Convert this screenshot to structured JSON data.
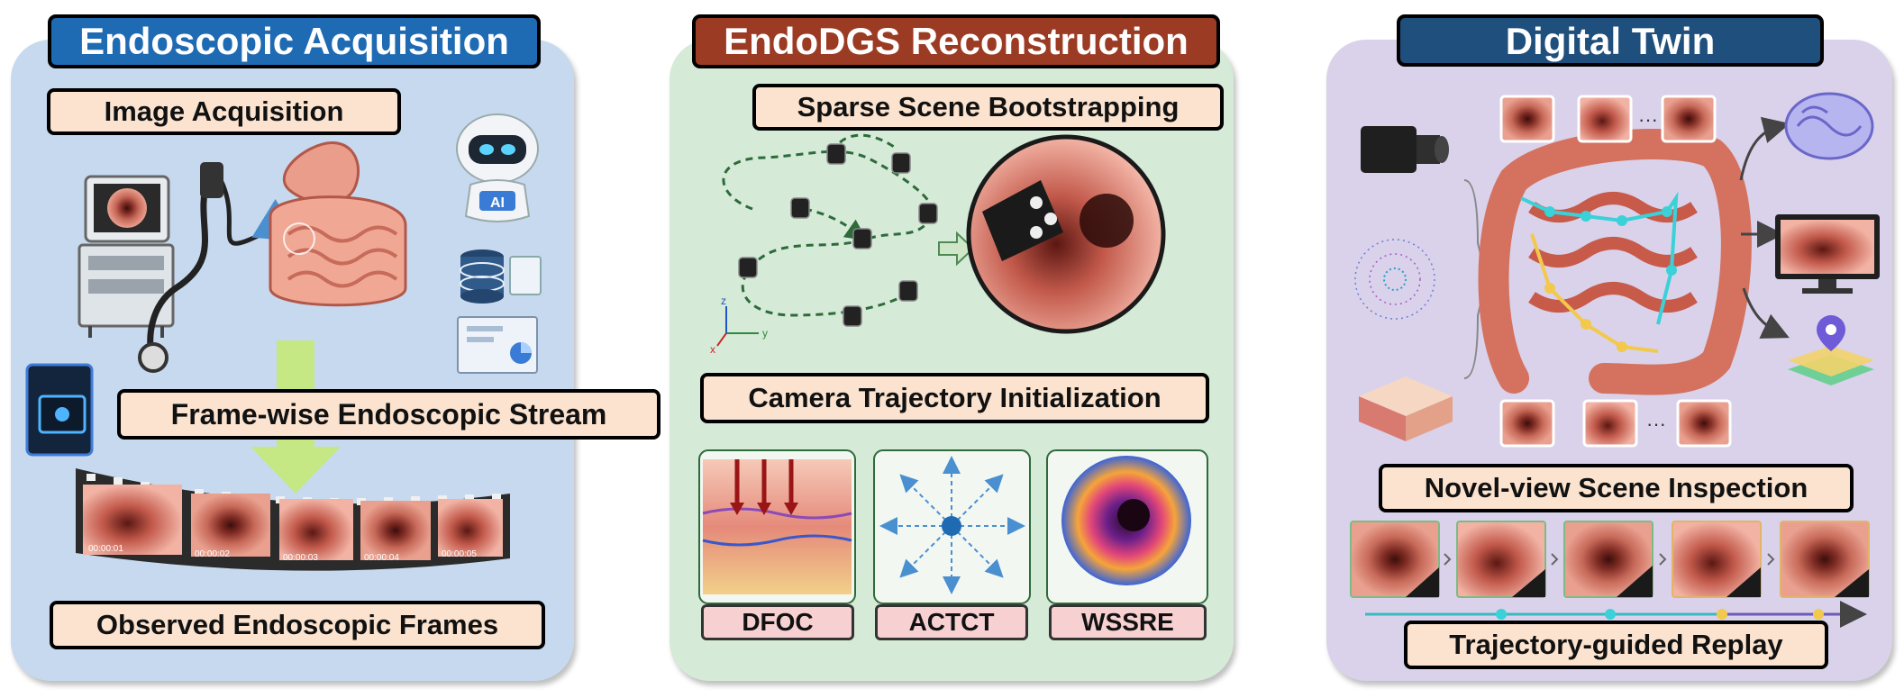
{
  "panels": {
    "acquisition": {
      "title": "Endoscopic Acquisition",
      "image_acquisition": "Image Acquisition",
      "stream": "Frame-wise Endoscopic Stream",
      "observed": "Observed Endoscopic Frames",
      "ai_badge": "AI",
      "timestamps": [
        "00:00:01",
        "00:00:02",
        "00:00:03",
        "00:00:04",
        "00:00:05"
      ]
    },
    "reconstruction": {
      "title": "EndoDGS Reconstruction",
      "sparse": "Sparse Scene Bootstrapping",
      "trajectory": "Camera Trajectory Initialization",
      "modules": [
        "DFOC",
        "ACTCT",
        "WSSRE"
      ],
      "axes": {
        "x": "x",
        "y": "y",
        "z": "z"
      }
    },
    "twin": {
      "title": "Digital Twin",
      "novel": "Novel-view Scene Inspection",
      "replay": "Trajectory-guided Replay",
      "dots": "···"
    }
  },
  "colors": {
    "acq_bg": "#c7d9ee",
    "recon_bg": "#d6ead8",
    "twin_bg": "#d9d2ea",
    "acq_title": "#1f6bb3",
    "recon_title": "#9c3b23",
    "twin_title": "#1f4f7c",
    "label_fill": "#fbe3cf",
    "module_fill": "#f7d0d2",
    "arrow_green": "#c5e884"
  }
}
